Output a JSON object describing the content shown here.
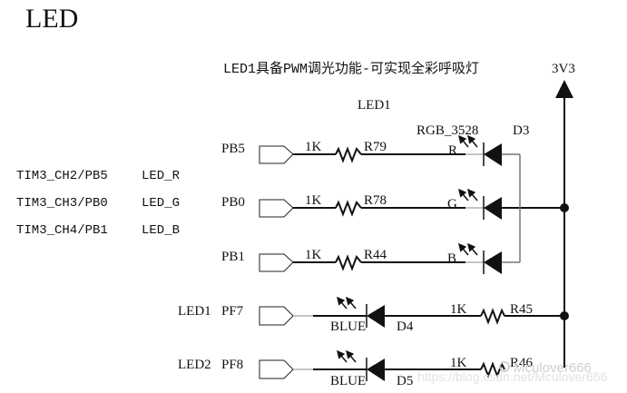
{
  "title": "LED",
  "note": "LED1具备PWM调光功能-可实现全彩呼吸灯",
  "power": {
    "label": "3V3"
  },
  "led1_block": {
    "label": "LED1",
    "part": "RGB_3528",
    "designator": "D3",
    "channels": [
      {
        "port": "PB5",
        "resistor_value": "1K",
        "resistor": "R79",
        "color": "R"
      },
      {
        "port": "PB0",
        "resistor_value": "1K",
        "resistor": "R78",
        "color": "G"
      },
      {
        "port": "PB1",
        "resistor_value": "1K",
        "resistor": "R44",
        "color": "B"
      }
    ]
  },
  "pin_map": [
    {
      "pin": "TIM3_CH2/PB5",
      "signal": "LED_R"
    },
    {
      "pin": "TIM3_CH3/PB0",
      "signal": "LED_G"
    },
    {
      "pin": "TIM3_CH4/PB1",
      "signal": "LED_B"
    }
  ],
  "single_leds": [
    {
      "name": "LED1",
      "port": "PF7",
      "color": "BLUE",
      "designator": "D4",
      "resistor_value": "1K",
      "resistor": "R45"
    },
    {
      "name": "LED2",
      "port": "PF8",
      "color": "BLUE",
      "designator": "D5",
      "resistor_value": "1K",
      "resistor": "R46"
    }
  ],
  "watermark": {
    "account": "Mculover666",
    "url": "https://blog.csdn.net/Mculover666"
  }
}
